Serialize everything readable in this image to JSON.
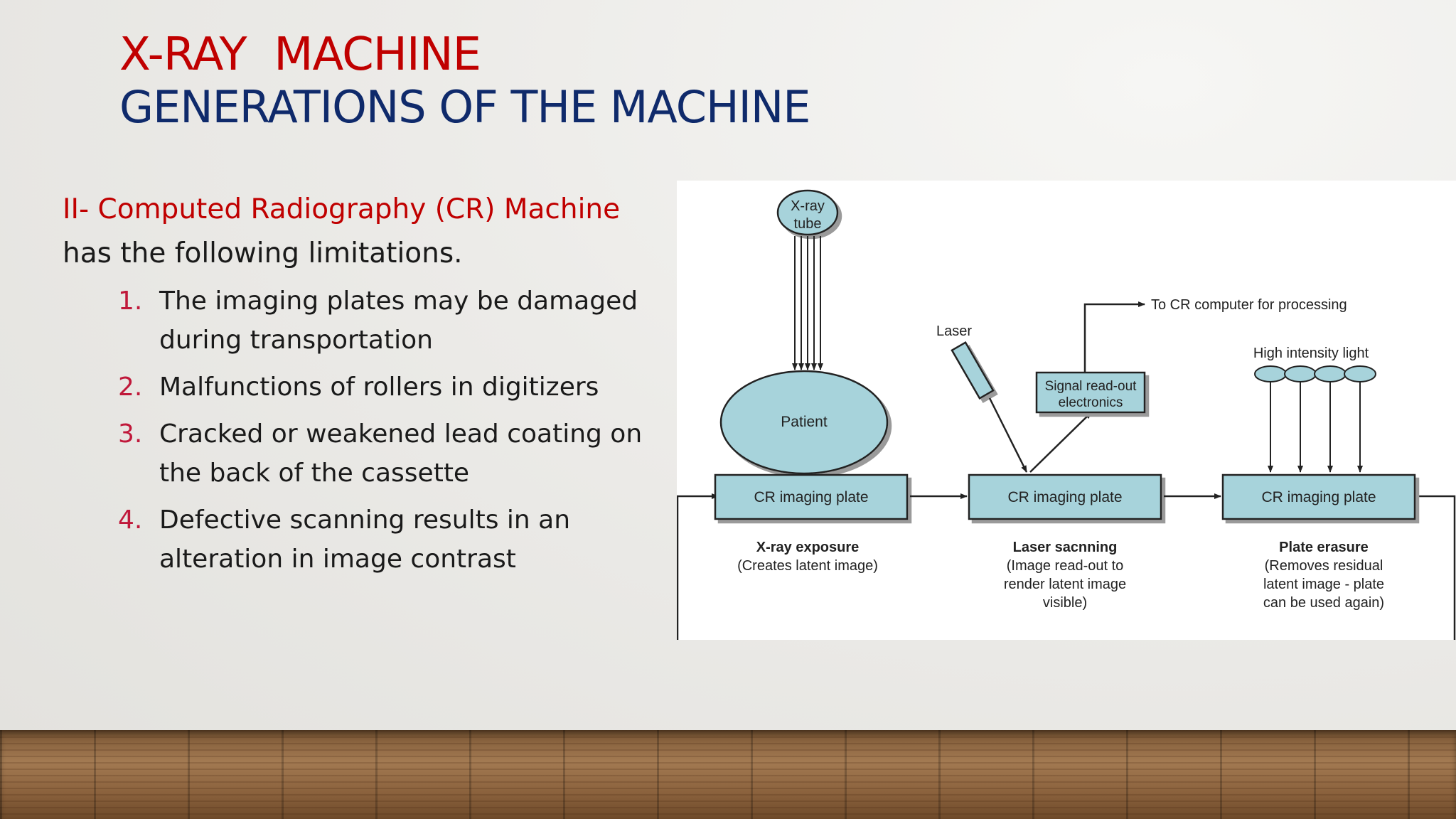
{
  "title": {
    "line1": "X-RAY  MACHINE",
    "line2": "GENERATIONS OF THE MACHINE"
  },
  "intro": {
    "highlight": "II- Computed Radiography (CR) Machine",
    "rest": " has the following limitations."
  },
  "limitations": [
    {
      "num": "1.",
      "text": "The imaging plates may be damaged during transportation"
    },
    {
      "num": "2.",
      "text": "Malfunctions of rollers in digitizers"
    },
    {
      "num": "3.",
      "text": "Cracked or weakened lead coating on the back of the cassette"
    },
    {
      "num": "4.",
      "text": "Defective scanning results in an alteration in image contrast"
    }
  ],
  "diagram": {
    "xray_tube": [
      "X-ray",
      "tube"
    ],
    "patient": "Patient",
    "laser": "Laser",
    "signal": [
      "Signal read-out",
      "electronics"
    ],
    "to_computer": "To CR computer for processing",
    "light": "High intensity light",
    "plate_label": "CR imaging plate",
    "step1": {
      "title": "X-ray exposure",
      "desc": [
        "(Creates latent image)"
      ]
    },
    "step2": {
      "title": "Laser sacnning",
      "desc": [
        "(Image read-out to",
        "render latent image",
        "visible)"
      ]
    },
    "step3": {
      "title": "Plate erasure",
      "desc": [
        "(Removes residual",
        "latent image - plate",
        "can be used again)"
      ]
    }
  },
  "colors": {
    "title_red": "#c00000",
    "title_blue": "#0f2a6b",
    "diagram_fill": "#a7d3db"
  }
}
